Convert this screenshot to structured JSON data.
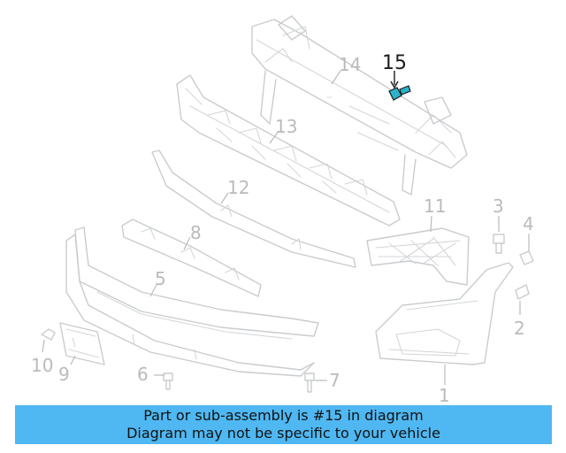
{
  "callouts": {
    "c1": "1",
    "c2": "2",
    "c3": "3",
    "c4": "4",
    "c5": "5",
    "c6": "6",
    "c7": "7",
    "c8": "8",
    "c9": "9",
    "c10": "10",
    "c11": "11",
    "c12": "12",
    "c13": "13",
    "c14": "14",
    "c15": "15"
  },
  "highlighted_part": "15",
  "colors": {
    "highlight_part": "#2bb3c9",
    "banner": "#4fb8f2",
    "part_lines": "#c9cccf"
  },
  "banner": {
    "line1": "Part or sub-assembly is #15 in diagram",
    "line2": "Diagram may not be specific to your vehicle"
  }
}
